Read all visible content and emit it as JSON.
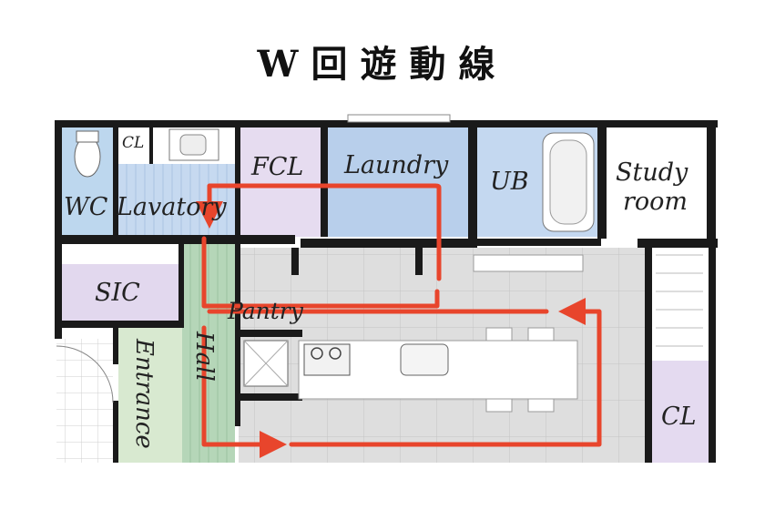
{
  "title": "W回遊動線",
  "rooms": {
    "wc": "WC",
    "cl_small": "CL",
    "lavatory": "Lavatory",
    "fcl": "FCL",
    "laundry": "Laundry",
    "ub": "UB",
    "study_line1": "Study",
    "study_line2": "room",
    "sic": "SIC",
    "pantry": "Pantry",
    "entrance": "Entrance",
    "hall": "Hall",
    "cl_large": "CL"
  },
  "colors": {
    "wall": "#1a1a1a",
    "route": "#e8452c",
    "wc_blue": "#bdd7ee",
    "lavatory_blue": "#c6d9f0",
    "fcl_purple": "#e6dcf0",
    "laundry_blue": "#b8cfeb",
    "sic_purple": "#e2d8ee",
    "entrance_green": "#d8e9d0",
    "hall_green": "#b5d6b8",
    "floor_gray": "#dcdcdc",
    "cl_purple": "#e4daf0"
  }
}
